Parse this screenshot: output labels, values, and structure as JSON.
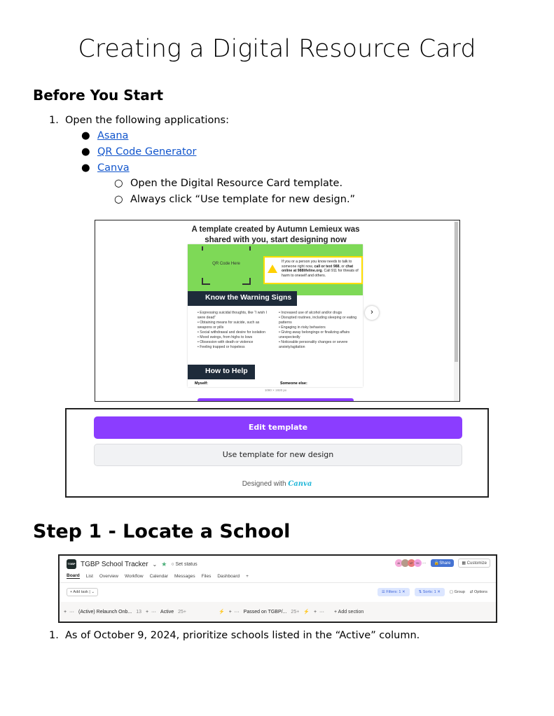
{
  "document": {
    "title": "Creating a Digital Resource Card",
    "before_heading": "Before You Start",
    "step1_number": "1.",
    "step1_text": "Open the following applications:",
    "apps": [
      "Asana",
      "QR Code Generator",
      "Canva"
    ],
    "canva_subitems": [
      "Open the Digital Resource Card template.",
      "Always click “Use template for new design.”"
    ],
    "locate_heading": "Step 1 - Locate a School",
    "locate_number": "1.",
    "locate_text": "As of October 9, 2024, prioritize schools listed in the “Active” column."
  },
  "canva": {
    "heading_line1": "A template created by Autumn Lemieux was",
    "heading_line2": "shared with you, start designing now",
    "qr_placeholder": "QR Code Here",
    "crisis_text_1": "If you or a person you know needs to talk to someone right now, ",
    "crisis_bold_1": "call or text 988",
    "crisis_text_2": ", or ",
    "crisis_bold_2": "chat online at 988lifeline.org",
    "crisis_text_3": ". Call 911 for threats of harm to oneself and others.",
    "warning_heading": "Know the Warning Signs",
    "signs_left": [
      "Expressing suicidal thoughts, like “I wish I were dead”",
      "Obtaining means for suicide, such as weapons or pills",
      "Social withdrawal and desire for isolation",
      "Mood swings, from highs to lows",
      "Obsession with death or violence",
      "Feeling trapped or hopeless"
    ],
    "signs_right": [
      "Increased use of alcohol and/or drugs",
      "Disrupted routines, including sleeping or eating patterns",
      "Engaging in risky behaviors",
      "Giving away belongings or finalizing affairs unexpectedly",
      "Noticeable personality changes or severe anxiety/agitation"
    ],
    "help_heading": "How to Help",
    "help_myself": "Myself:",
    "help_someone": "Someone else:",
    "dimensions": "1080 × 1920 px",
    "edit_button": "Edit template",
    "use_button": "Use template for new design",
    "designed_with": "Designed with",
    "canva_logo": "Canva",
    "accent": "#8b3dff"
  },
  "asana": {
    "project_title": "TGBP School Tracker",
    "logo_text": "TGBP",
    "set_status": "Set status",
    "avatars": [
      "AI",
      "",
      "VF",
      "YK"
    ],
    "share": "Share",
    "customize": "Customize",
    "tabs": [
      "Board",
      "List",
      "Overview",
      "Workflow",
      "Calendar",
      "Messages",
      "Files",
      "Dashboard"
    ],
    "add_task": "+ Add task",
    "filters": "Filters: 1",
    "sorts": "Sorts: 1",
    "group": "Group",
    "options": "Options",
    "col1": "(Active) Relaunch Onb...",
    "col1_count": "13",
    "col2": "Active",
    "col2_count": "25+",
    "col3": "Passed on TGBP/...",
    "col3_count": "25+",
    "add_section": "Add section"
  }
}
